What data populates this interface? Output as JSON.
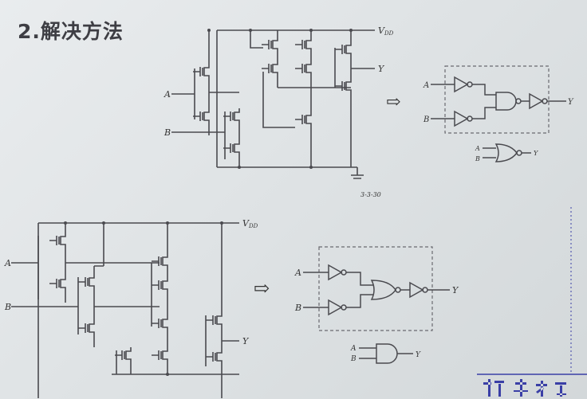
{
  "slide": {
    "title": "2.解决方法",
    "figure_caption": "3-3-30",
    "watermark": "清华大学",
    "arrow_glyph": "⇨",
    "top_circuit": {
      "vdd": "V",
      "vdd_sub": "DD",
      "output": "Y",
      "input_a": "A",
      "input_b": "B"
    },
    "top_logic": {
      "input_a": "A",
      "input_b": "B",
      "output": "Y",
      "equiv_a": "A",
      "equiv_b": "B",
      "equiv_y": "Y"
    },
    "bottom_circuit": {
      "vdd": "V",
      "vdd_sub": "DD",
      "output": "Y",
      "input_a": "A",
      "input_b": "B"
    },
    "bottom_logic": {
      "input_a": "A",
      "input_b": "B",
      "output": "Y",
      "equiv_a": "A",
      "equiv_b": "B",
      "equiv_y": "Y"
    }
  }
}
